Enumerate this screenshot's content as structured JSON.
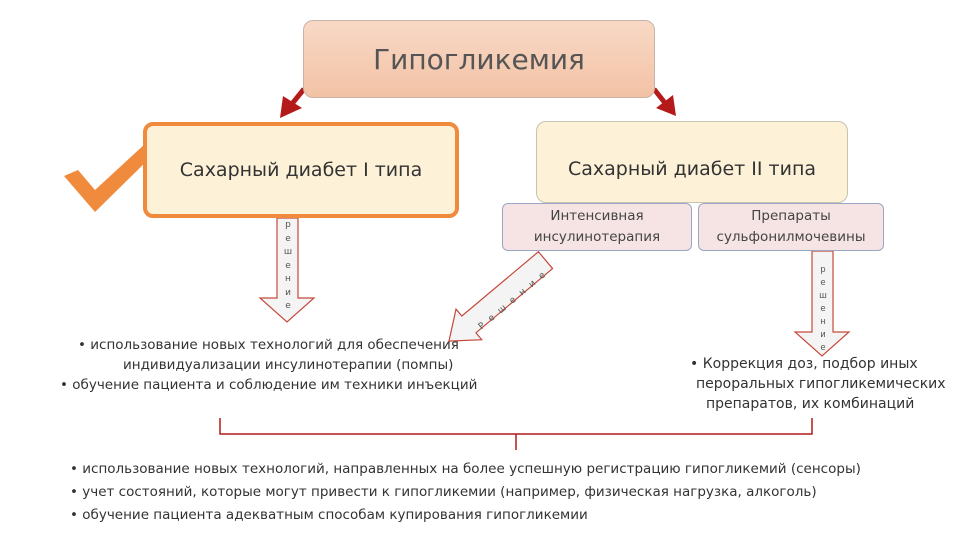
{
  "top": {
    "title": "Гипогликемия"
  },
  "type1": {
    "title": "Сахарный диабет I типа",
    "solution_label": "Решение",
    "bullets": [
      "•  использование новых технологий для обеспечения",
      "индивидуализации инсулинотерапии (помпы)",
      "•  обучение пациента и соблюдение им техники инъекций"
    ]
  },
  "type2": {
    "title": "Сахарный диабет II типа",
    "sub1": [
      "Интенсивная",
      "инсулинотерапия"
    ],
    "sub2": [
      "Препараты",
      "сульфонилмочевины"
    ],
    "solution_label": "Решение",
    "bullets": [
      "•  Коррекция доз, подбор иных",
      "пероральных гипогликемических",
      "препаратов, их комбинаций"
    ]
  },
  "common_bullets": [
    "•   использование новых технологий, направленных на более успешную регистрацию гипогликемий (сенсоры)",
    "•   учет состояний, которые могут привести к гипогликемии (например, физическая нагрузка, алкоголь)",
    "•   обучение пациента адекватным способам купирования гипогликемии"
  ],
  "colors": {
    "orange": "#f08a3c",
    "dark_red": "#b51a1a",
    "accent_red": "#c0392b",
    "arrow_fill": "#f4f4f4",
    "arrow_stroke": "#c44a3a"
  }
}
